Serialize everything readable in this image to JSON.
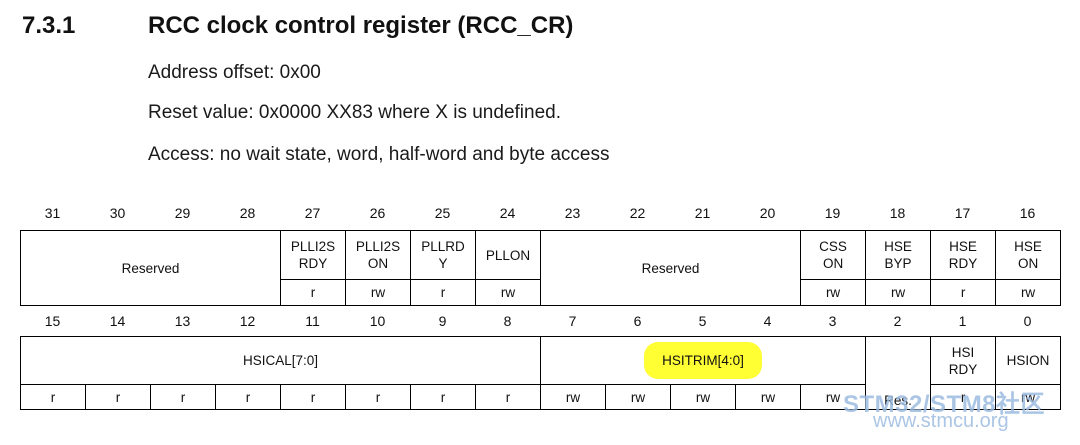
{
  "section": {
    "number": "7.3.1",
    "title": "RCC clock control register (RCC_CR)"
  },
  "info": {
    "address_offset": "Address offset: 0x00",
    "reset_value": "Reset value: 0x0000 XX83 where X is undefined.",
    "access": "Access: no wait state, word, half-word and byte access"
  },
  "upper": {
    "bits": [
      "31",
      "30",
      "29",
      "28",
      "27",
      "26",
      "25",
      "24",
      "23",
      "22",
      "21",
      "20",
      "19",
      "18",
      "17",
      "16"
    ],
    "fields": [
      {
        "name": "Reserved",
        "span": 4,
        "access": null
      },
      {
        "name": "PLLI2S\nRDY",
        "span": 1,
        "access": "r"
      },
      {
        "name": "PLLI2S\nON",
        "span": 1,
        "access": "rw"
      },
      {
        "name": "PLLRD\nY",
        "span": 1,
        "access": "r"
      },
      {
        "name": "PLLON",
        "span": 1,
        "access": "rw"
      },
      {
        "name": "Reserved",
        "span": 4,
        "access": null
      },
      {
        "name": "CSS\nON",
        "span": 1,
        "access": "rw"
      },
      {
        "name": "HSE\nBYP",
        "span": 1,
        "access": "rw"
      },
      {
        "name": "HSE\nRDY",
        "span": 1,
        "access": "r"
      },
      {
        "name": "HSE\nON",
        "span": 1,
        "access": "rw"
      }
    ]
  },
  "lower": {
    "bits": [
      "15",
      "14",
      "13",
      "12",
      "11",
      "10",
      "9",
      "8",
      "7",
      "6",
      "5",
      "4",
      "3",
      "2",
      "1",
      "0"
    ],
    "fields": {
      "hsical": "HSICAL[7:0]",
      "hsitrim": "HSITRIM[4:0]",
      "res": "Res.",
      "hsirdy": "HSI\nRDY",
      "hsion": "HSION"
    },
    "access": [
      "r",
      "r",
      "r",
      "r",
      "r",
      "r",
      "r",
      "r",
      "rw",
      "rw",
      "rw",
      "rw",
      "rw",
      "",
      "r",
      "rw"
    ]
  },
  "watermark": {
    "line1": "STM32/STM8社区",
    "line2": "www.stmcu.org"
  },
  "colors": {
    "highlight": "#ffff33",
    "watermark": "#9dbbe0"
  }
}
